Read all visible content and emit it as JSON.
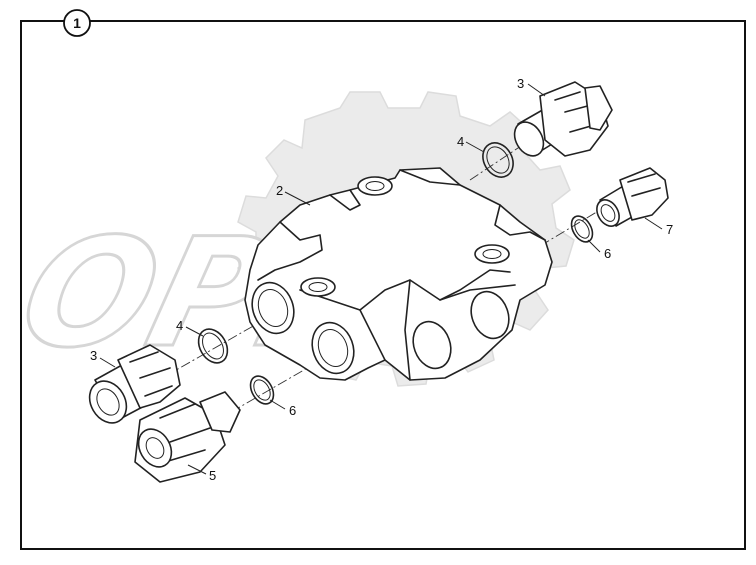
{
  "diagram": {
    "assembly_number": "1",
    "watermark_text": "OPEX",
    "callouts": [
      {
        "id": "callout-3-top",
        "label": "3"
      },
      {
        "id": "callout-4-top",
        "label": "4"
      },
      {
        "id": "callout-2",
        "label": "2"
      },
      {
        "id": "callout-7",
        "label": "7"
      },
      {
        "id": "callout-6-right",
        "label": "6"
      },
      {
        "id": "callout-4-left",
        "label": "4"
      },
      {
        "id": "callout-3-left",
        "label": "3"
      },
      {
        "id": "callout-6-bottom",
        "label": "6"
      },
      {
        "id": "callout-5",
        "label": "5"
      }
    ]
  },
  "colors": {
    "line": "#222222",
    "watermark": "#ebebeb",
    "background": "#ffffff"
  }
}
